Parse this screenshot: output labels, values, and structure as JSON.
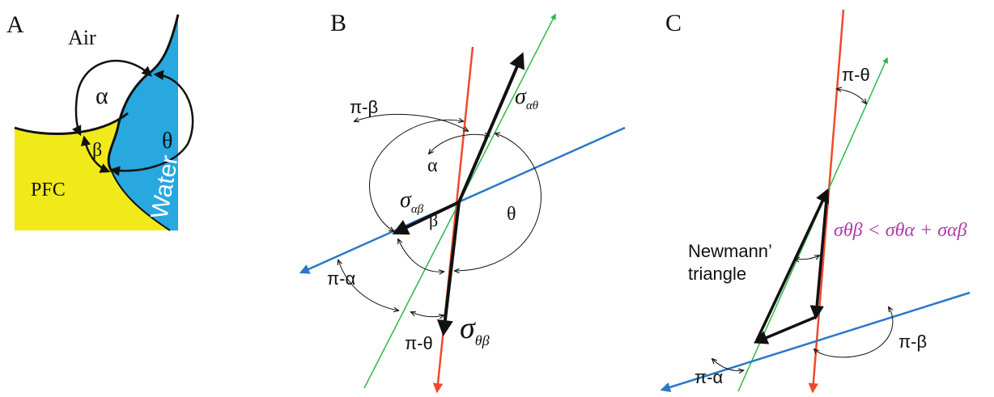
{
  "panels": {
    "a": {
      "label": "A",
      "air": "Air",
      "pfc": "PFC",
      "water": "Water",
      "alpha": "α",
      "beta": "β",
      "theta": "θ"
    },
    "b": {
      "label": "B",
      "pi_beta": "π-β",
      "alpha": "α",
      "theta": "θ",
      "beta": "β",
      "pi_alpha": "π-α",
      "pi_theta": "π-θ",
      "sigma": "σ",
      "sub_alpha_theta": "αθ",
      "sub_alpha_beta": "αβ",
      "sub_theta_beta": "θβ"
    },
    "c": {
      "label": "C",
      "pi_theta": "π-θ",
      "pi_beta": "π-β",
      "pi_alpha": "π-α",
      "triangle_line1": "Newmann’",
      "triangle_line2": "triangle",
      "inequality": "σθβ < σθα + σαβ"
    }
  },
  "colors": {
    "pfc": "#f0ea1a",
    "water": "#28a8df",
    "red": "#f04a2a",
    "green": "#2fb84a",
    "blue": "#2a78c8",
    "magenta": "#b03aa8",
    "black": "#111111"
  }
}
